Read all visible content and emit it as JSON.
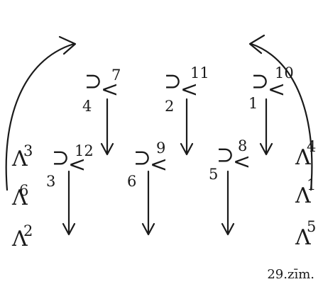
{
  "caption": "29.zīm.",
  "top_row": [
    {
      "sub": "4",
      "sup": "7"
    },
    {
      "sub": "2",
      "sup": "11"
    },
    {
      "sub": "1",
      "sup": "10"
    }
  ],
  "bottom_row": [
    {
      "sub": "3",
      "sup": "12"
    },
    {
      "sub": "6",
      "sup": "9"
    },
    {
      "sub": "5",
      "sup": "8"
    }
  ],
  "left_stack": [
    "3",
    "6",
    "2"
  ],
  "right_stack": [
    "4",
    "1",
    "5"
  ],
  "glyphs": {
    "cup": "∪",
    "angle": "<",
    "lambda": "Λ"
  }
}
